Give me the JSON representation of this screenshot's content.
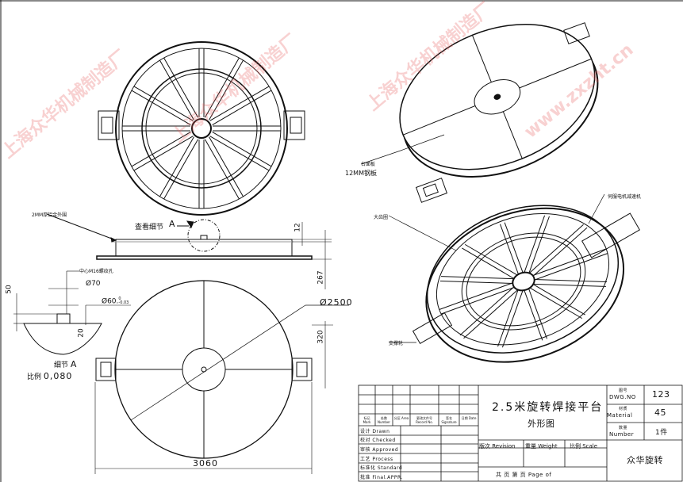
{
  "watermark": {
    "company": "上海众华机械制造厂",
    "url": "www.zxzht.cn"
  },
  "annotations": {
    "plate_outer": "2MM厚铝金外围",
    "view_detail": "查看细节",
    "detail_letter": "A",
    "center_hole": "中心M16螺纹孔",
    "dia_70": "Ø70",
    "dia_60": "Ø60.",
    "dia_60_tol_upper": "0",
    "dia_60_tol_lower": "-0.03",
    "dim_50": "50",
    "dim_20": "20",
    "detail_label": "细节",
    "scale_label": "比例",
    "scale_value": "0,080",
    "dim_12": "12",
    "dim_267": "267",
    "dia_2500": "Ø2500",
    "dim_320": "320",
    "dim_3060": "3060",
    "table_top": "台面板",
    "plate_12mm": "12MM钢板",
    "gear_ring": "大齿圈",
    "servo_motor": "伺服电机减速机",
    "support_wheel": "支撑轮"
  },
  "title_block": {
    "title_line1": "2.5米旋转焊接平台",
    "title_line2": "外形图",
    "dwg_no_label_cn": "图号",
    "dwg_no_label": "DWG.NO",
    "dwg_no": "123",
    "material_label_cn": "材质",
    "material_label": "Material",
    "material": "45",
    "number_label_cn": "数量",
    "number_label": "Number",
    "number": "1件",
    "revision": "版次 Revision",
    "weight": "重量 Weight",
    "scale": "比例 Scale",
    "company": "众华旋转",
    "page": "共  页 第  页  Page  of",
    "rev_headers": [
      "标记 Mark",
      "处数 Number",
      "分区 Area",
      "更改文件号 Record No.",
      "签名 Signature",
      "日期 Date"
    ],
    "sign_rows": [
      "设计 Drawn",
      "校对 Checked",
      "审核 Approved",
      "工艺 Process",
      "标准化 Standard",
      "批准 Final.APPR."
    ]
  }
}
